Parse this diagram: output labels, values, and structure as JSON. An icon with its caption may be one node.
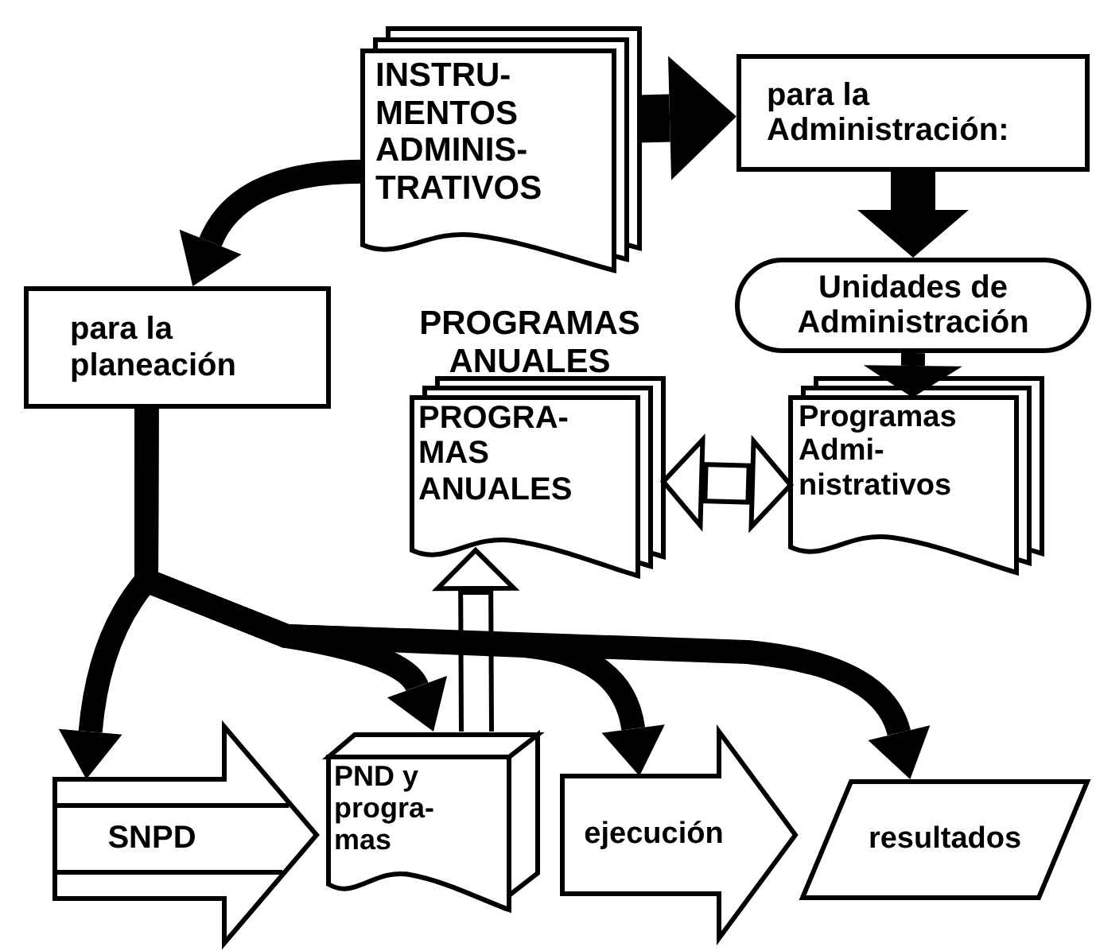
{
  "diagram": {
    "nodes": [
      {
        "text": [
          "INSTRU- MENTOS ADMINIS- TRATIVOS"
        ]
      },
      {
        "text": [
          "para la Administración:"
        ]
      },
      {
        "text": [
          "para la planeación"
        ]
      },
      {
        "text": [
          "Unidades de Administración"
        ]
      },
      {
        "text": [
          "PROGRAMAS ANUALES",
          "PROGRA- MAS ANUALES"
        ]
      },
      {
        "text": [
          "Programas Admi- nistrativos"
        ]
      },
      {
        "text": [
          "SNPD"
        ]
      },
      {
        "text": [
          "PND y progra- mas"
        ]
      },
      {
        "text": [
          "ejecución"
        ]
      },
      {
        "text": [
          "resultados"
        ]
      }
    ],
    "edges": [
      {
        "from": 0,
        "to": 1,
        "arrow": "to",
        "style": "thick"
      },
      {
        "from": 0,
        "to": 2,
        "arrow": "to"
      },
      {
        "from": 1,
        "to": 3,
        "arrow": "to",
        "style": "thick"
      },
      {
        "from": 3,
        "to": 5,
        "arrow": "to"
      },
      {
        "from": 4,
        "to": 5,
        "arrow": "both"
      },
      {
        "from": 7,
        "to": 4,
        "arrow": "to"
      },
      {
        "from": 2,
        "to": 6,
        "arrow": "to"
      },
      {
        "from": 2,
        "to": 7,
        "arrow": "to"
      },
      {
        "from": 2,
        "to": 8,
        "arrow": "to"
      },
      {
        "from": 2,
        "to": 9,
        "arrow": "to"
      }
    ]
  }
}
